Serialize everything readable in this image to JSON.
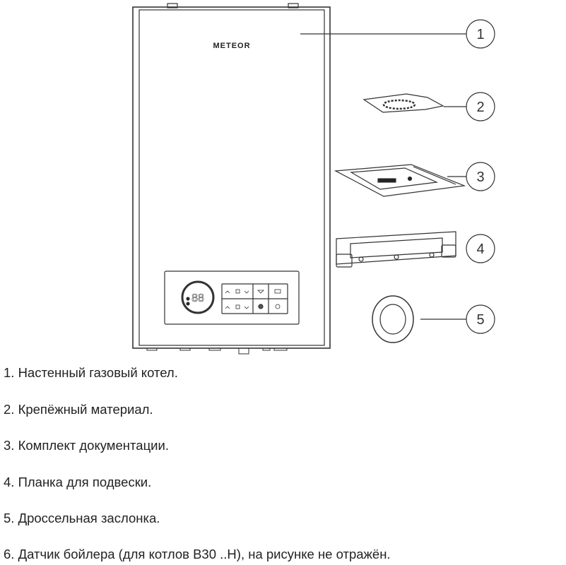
{
  "diagram": {
    "brand": "METEOR",
    "display_digits": "88",
    "callouts": [
      "1",
      "2",
      "3",
      "4",
      "5"
    ]
  },
  "items": [
    "1. Настенный газовый котел.",
    "2. Крепёжный материал.",
    "3. Комплект документации.",
    "4. Планка для подвески.",
    "5. Дроссельная заслонка.",
    "6. Датчик бойлера (для котлов B30 ..H), на рисунке  не отражён."
  ]
}
